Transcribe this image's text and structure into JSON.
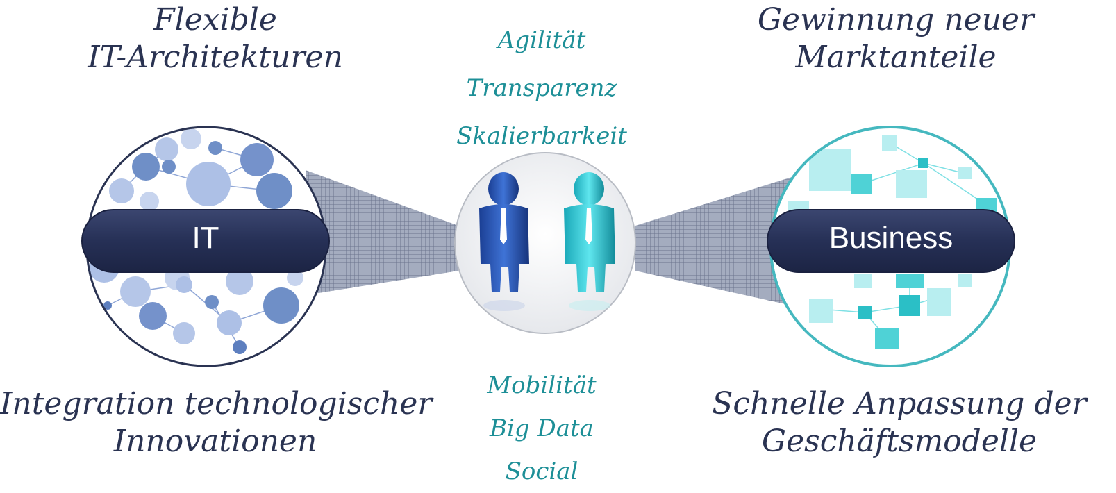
{
  "top_left": {
    "line1": "Flexible",
    "line2": "IT-Architekturen"
  },
  "top_right": {
    "line1": "Gewinnung neuer",
    "line2": "Marktanteile"
  },
  "bottom_left": {
    "line1": "Integration technologischer",
    "line2": "Innovationen"
  },
  "bottom_right": {
    "line1": "Schnelle Anpassung der",
    "line2": "Geschäftsmodelle"
  },
  "center_top": [
    "Agilität",
    "Transparenz",
    "Skalierbarkeit"
  ],
  "center_bottom": [
    "Mobilität",
    "Big Data",
    "Social"
  ],
  "left_label": "IT",
  "right_label": "Business",
  "colors": {
    "navy": "#2a3352",
    "teal_text": "#1d8f97",
    "blue_bubbles": "#6f8fc7",
    "cyan_squares": "#4fd2d6"
  }
}
